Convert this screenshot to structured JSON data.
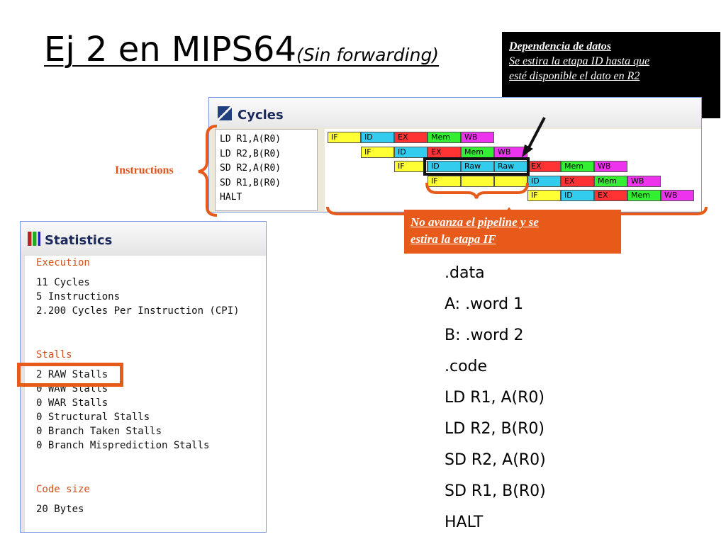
{
  "slide": {
    "title_main": "Ej 2 en MIPS64",
    "title_sub": "(Sin forwarding)"
  },
  "callout_dependency": {
    "title": "Dependencia de datos",
    "line1": "Se estira la etapa ID hasta que",
    "line2": "esté disponible el dato en R2"
  },
  "cycles_window": {
    "title": "Cycles",
    "instructions": [
      "LD R1,A(R0)",
      "LD R2,B(R0)",
      "SD R2,A(R0)",
      "SD R1,B(R0)",
      "HALT"
    ],
    "stages": [
      [
        {
          "c": 0,
          "s": "IF"
        },
        {
          "c": 1,
          "s": "ID"
        },
        {
          "c": 2,
          "s": "EX"
        },
        {
          "c": 3,
          "s": "Mem"
        },
        {
          "c": 4,
          "s": "WB"
        }
      ],
      [
        {
          "c": 1,
          "s": "IF"
        },
        {
          "c": 2,
          "s": "ID"
        },
        {
          "c": 3,
          "s": "EX"
        },
        {
          "c": 4,
          "s": "Mem"
        },
        {
          "c": 5,
          "s": "WB"
        }
      ],
      [
        {
          "c": 2,
          "s": "IF"
        },
        {
          "c": 3,
          "s": "ID"
        },
        {
          "c": 4,
          "s": "Raw"
        },
        {
          "c": 5,
          "s": "Raw"
        },
        {
          "c": 6,
          "s": "EX"
        },
        {
          "c": 7,
          "s": "Mem"
        },
        {
          "c": 8,
          "s": "WB"
        }
      ],
      [
        {
          "c": 3,
          "s": "IF"
        },
        {
          "c": 4,
          "s": ""
        },
        {
          "c": 5,
          "s": ""
        },
        {
          "c": 6,
          "s": "ID"
        },
        {
          "c": 7,
          "s": "EX"
        },
        {
          "c": 8,
          "s": "Mem"
        },
        {
          "c": 9,
          "s": "WB"
        }
      ],
      [
        {
          "c": 6,
          "s": "IF"
        },
        {
          "c": 7,
          "s": "ID"
        },
        {
          "c": 8,
          "s": "EX"
        },
        {
          "c": 9,
          "s": "Mem"
        },
        {
          "c": 10,
          "s": "WB"
        }
      ]
    ],
    "colors": {
      "IF": "#ffff33",
      "ID": "#33ccee",
      "EX": "#ff3333",
      "Mem": "#33ee33",
      "WB": "#ee33ee"
    }
  },
  "label_instructions": "Instructions",
  "callout_pipeline": {
    "line1": "No avanza el pipeline y se",
    "line2": "estira la etapa IF"
  },
  "statistics_window": {
    "title": "Statistics",
    "execution_header": "Execution",
    "execution": [
      "11 Cycles",
      "5 Instructions",
      "2.200 Cycles Per Instruction (CPI)"
    ],
    "stalls_header": "Stalls",
    "stalls": [
      "2 RAW Stalls",
      "0 WAW Stalls",
      "0 WAR Stalls",
      "0 Structural Stalls",
      "0 Branch Taken Stalls",
      "0 Branch Misprediction Stalls"
    ],
    "code_size_header": "Code size",
    "code_size": "20 Bytes"
  },
  "code_listing": [
    ".data",
    "A: .word 1",
    "B: .word 2",
    ".code",
    "LD R1, A(R0)",
    "LD R2, B(R0)",
    "SD R2, A(R0)",
    "SD R1, B(R0)",
    "HALT"
  ]
}
